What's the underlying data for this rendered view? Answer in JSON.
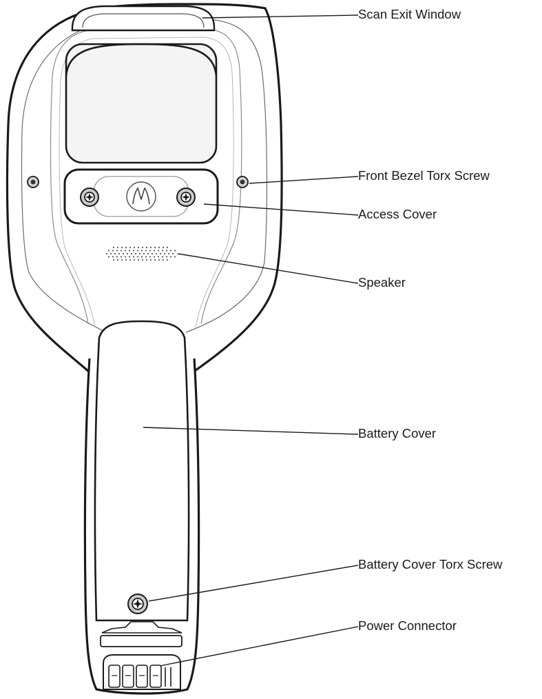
{
  "callouts": {
    "scan_exit_window": "Scan Exit Window",
    "front_bezel_torx_screw": "Front Bezel Torx Screw",
    "access_cover": "Access Cover",
    "speaker": "Speaker",
    "battery_cover": "Battery Cover",
    "battery_cover_torx_screw": "Battery Cover Torx Screw",
    "power_connector": "Power Connector"
  },
  "colors": {
    "outline": "#1a1a1a",
    "device_fill": "#ffffff",
    "window_fill": "#f4f4f4"
  }
}
